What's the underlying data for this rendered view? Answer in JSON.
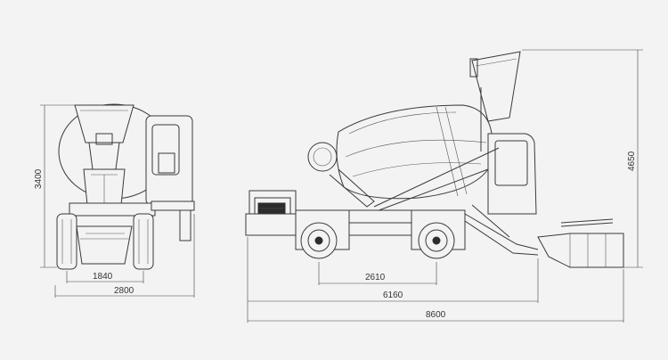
{
  "front_view": {
    "height_label": "3400",
    "track_label": "1840",
    "width_label": "2800"
  },
  "side_view": {
    "height_label": "4650",
    "wheelbase_label": "2610",
    "body_length_label": "6160",
    "overall_length_label": "8600"
  },
  "colors": {
    "background": "#f3f3f3",
    "line": "#3a3a3a"
  }
}
